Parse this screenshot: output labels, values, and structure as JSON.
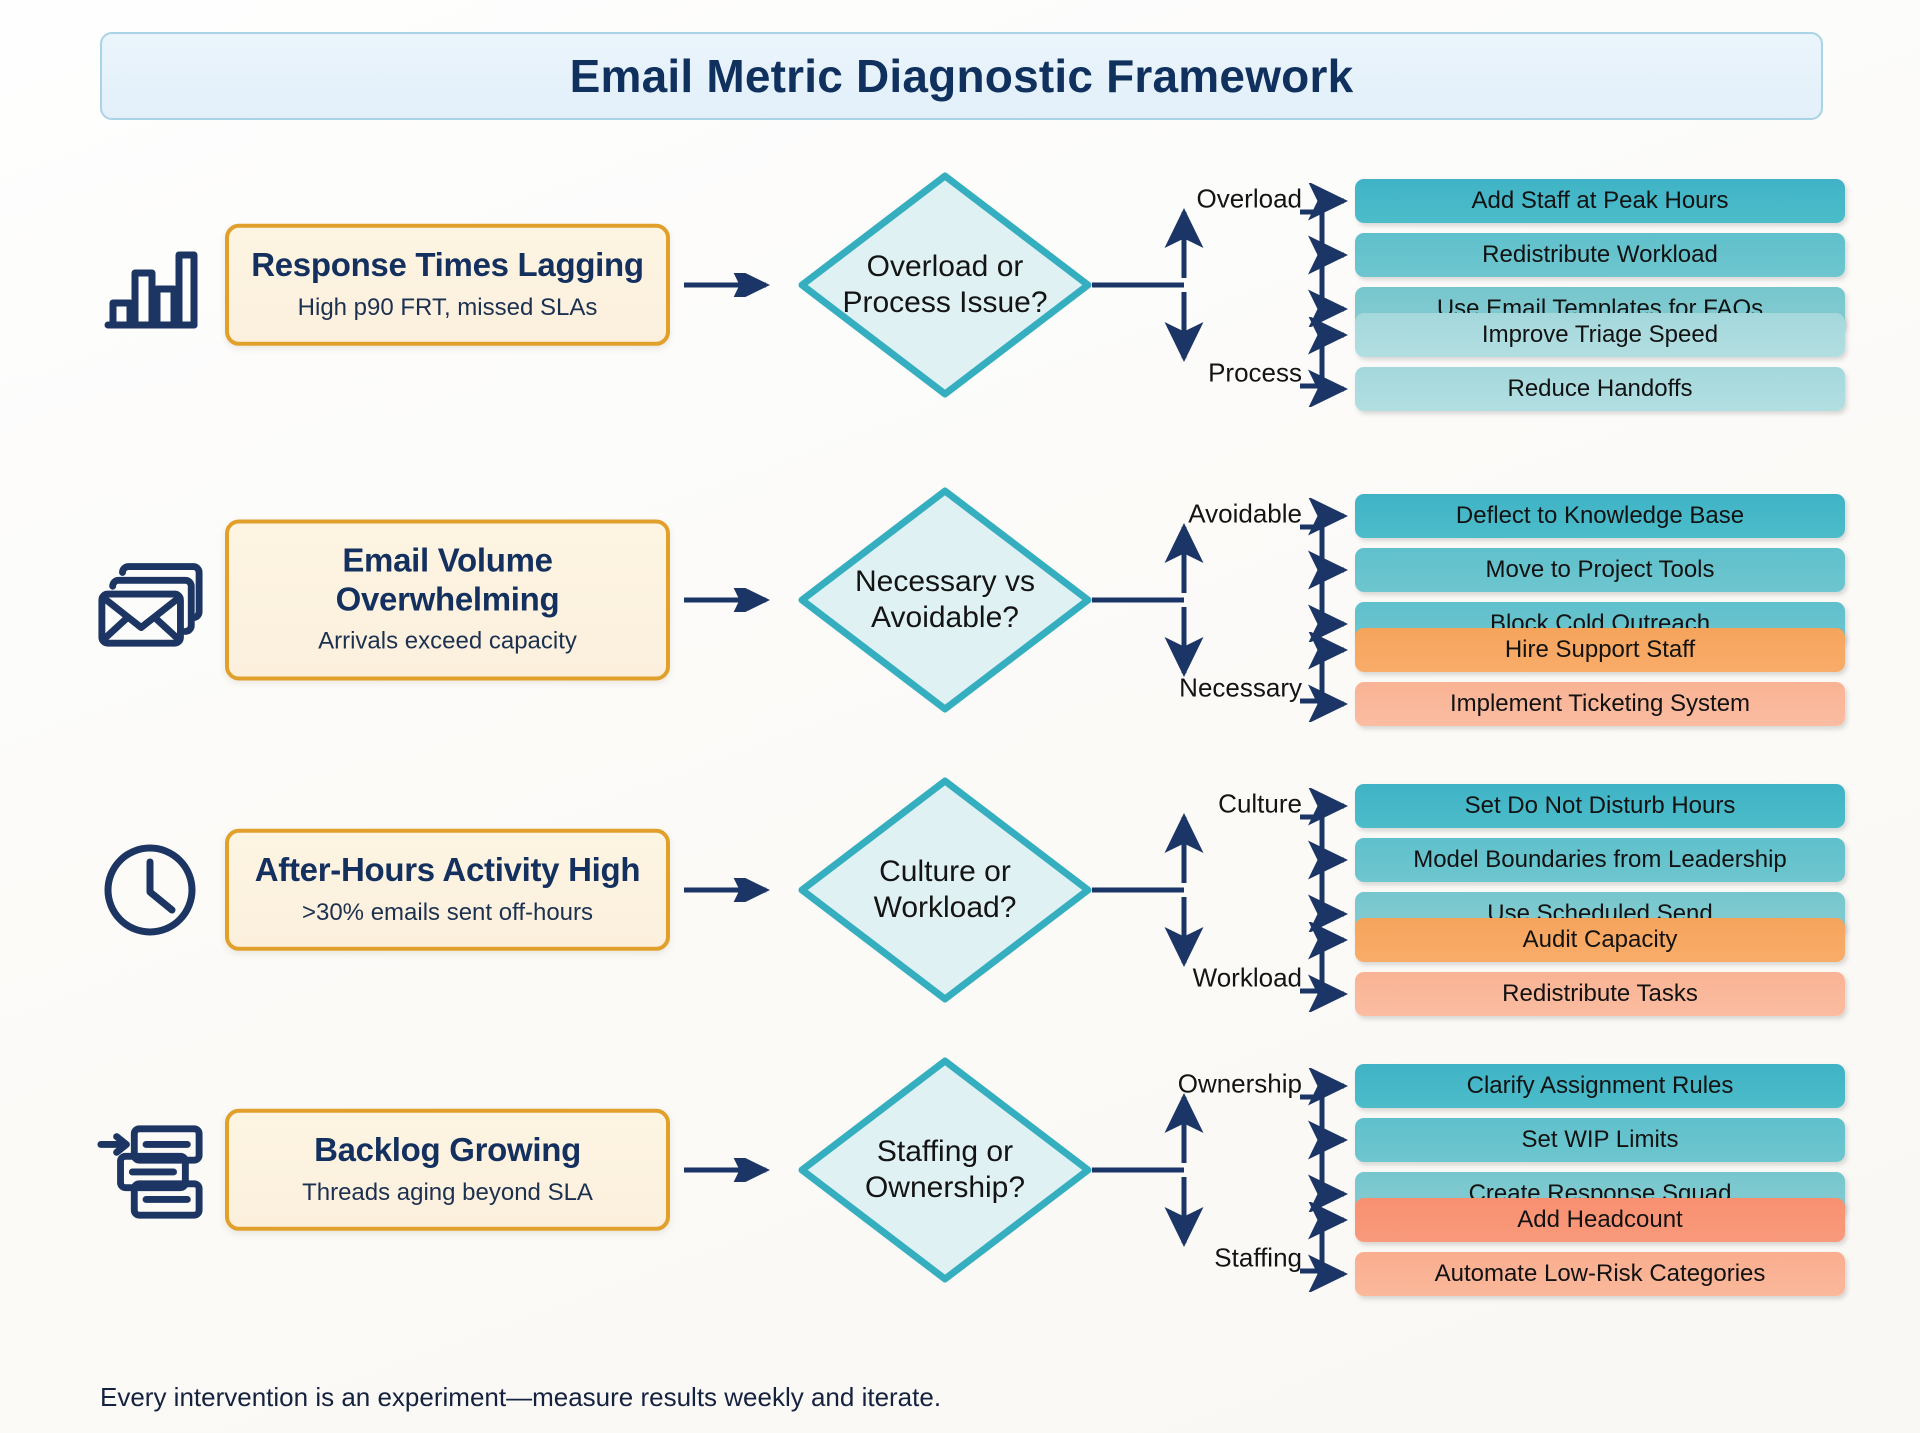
{
  "header": {
    "title": "Email Metric Diagnostic Framework"
  },
  "footer": {
    "note": "Every intervention is an experiment—measure results weekly and iterate."
  },
  "colors": {
    "title_bg": "#eaf4fb",
    "title_border": "#a8d4e6",
    "title_text": "#10305e",
    "problem_bg": "#fdf4e2",
    "problem_border": "#e0a02b",
    "diamond_bg": "#dff1f3",
    "diamond_border": "#35afc0",
    "arrow": "#1b3566",
    "teal_dark": "#3fb3c6",
    "teal_mid": "#5fc0cb",
    "teal_light": "#76c6cd",
    "teal_xlight": "#a4d8dc",
    "orange": "#f6a45c",
    "salmon": "#f9b394",
    "coral": "#f79070",
    "coral_light": "#f9ad8e"
  },
  "rows": [
    {
      "icon": "bar-chart-icon",
      "problem_title": "Response Times Lagging",
      "problem_sub": "High p90 FRT, missed SLAs",
      "decision": "Overload or Process Issue?",
      "branch_top": {
        "label": "Overload",
        "actions": [
          {
            "label": "Add Staff at Peak Hours",
            "color": "c-teal-d"
          },
          {
            "label": "Redistribute Workload",
            "color": "c-teal-m"
          },
          {
            "label": "Use Email Templates for FAQs",
            "color": "c-teal-l"
          }
        ]
      },
      "branch_bottom": {
        "label": "Process",
        "actions": [
          {
            "label": "Improve Triage Speed",
            "color": "c-teal-xl"
          },
          {
            "label": "Reduce Handoffs",
            "color": "c-teal-xl"
          }
        ]
      }
    },
    {
      "icon": "email-stack-icon",
      "problem_title": "Email Volume Overwhelming",
      "problem_sub": "Arrivals exceed capacity",
      "decision": "Necessary vs Avoidable?",
      "branch_top": {
        "label": "Avoidable",
        "actions": [
          {
            "label": "Deflect to Knowledge Base",
            "color": "c-teal-d"
          },
          {
            "label": "Move to Project Tools",
            "color": "c-teal-m"
          },
          {
            "label": "Block Cold Outreach",
            "color": "c-teal-m"
          }
        ]
      },
      "branch_bottom": {
        "label": "Necessary",
        "actions": [
          {
            "label": "Hire Support Staff",
            "color": "c-orange"
          },
          {
            "label": "Implement Ticketing System",
            "color": "c-salmon"
          }
        ]
      }
    },
    {
      "icon": "clock-icon",
      "problem_title": "After-Hours Activity High",
      "problem_sub": ">30% emails sent off-hours",
      "decision": "Culture or Workload?",
      "branch_top": {
        "label": "Culture",
        "actions": [
          {
            "label": "Set Do Not Disturb Hours",
            "color": "c-teal-d"
          },
          {
            "label": "Model Boundaries from Leadership",
            "color": "c-teal-m"
          },
          {
            "label": "Use Scheduled Send",
            "color": "c-teal-l"
          }
        ]
      },
      "branch_bottom": {
        "label": "Workload",
        "actions": [
          {
            "label": "Audit Capacity",
            "color": "c-orange"
          },
          {
            "label": "Redistribute Tasks",
            "color": "c-salmon"
          }
        ]
      }
    },
    {
      "icon": "backlog-icon",
      "problem_title": "Backlog Growing",
      "problem_sub": "Threads aging beyond SLA",
      "decision": "Staffing or Ownership?",
      "branch_top": {
        "label": "Ownership",
        "actions": [
          {
            "label": "Clarify Assignment Rules",
            "color": "c-teal-d"
          },
          {
            "label": "Set WIP Limits",
            "color": "c-teal-m"
          },
          {
            "label": "Create Response Squad",
            "color": "c-teal-l"
          }
        ]
      },
      "branch_bottom": {
        "label": "Staffing",
        "actions": [
          {
            "label": "Add Headcount",
            "color": "c-coral"
          },
          {
            "label": "Automate Low-Risk Categories",
            "color": "c-coral-l"
          }
        ]
      }
    }
  ]
}
